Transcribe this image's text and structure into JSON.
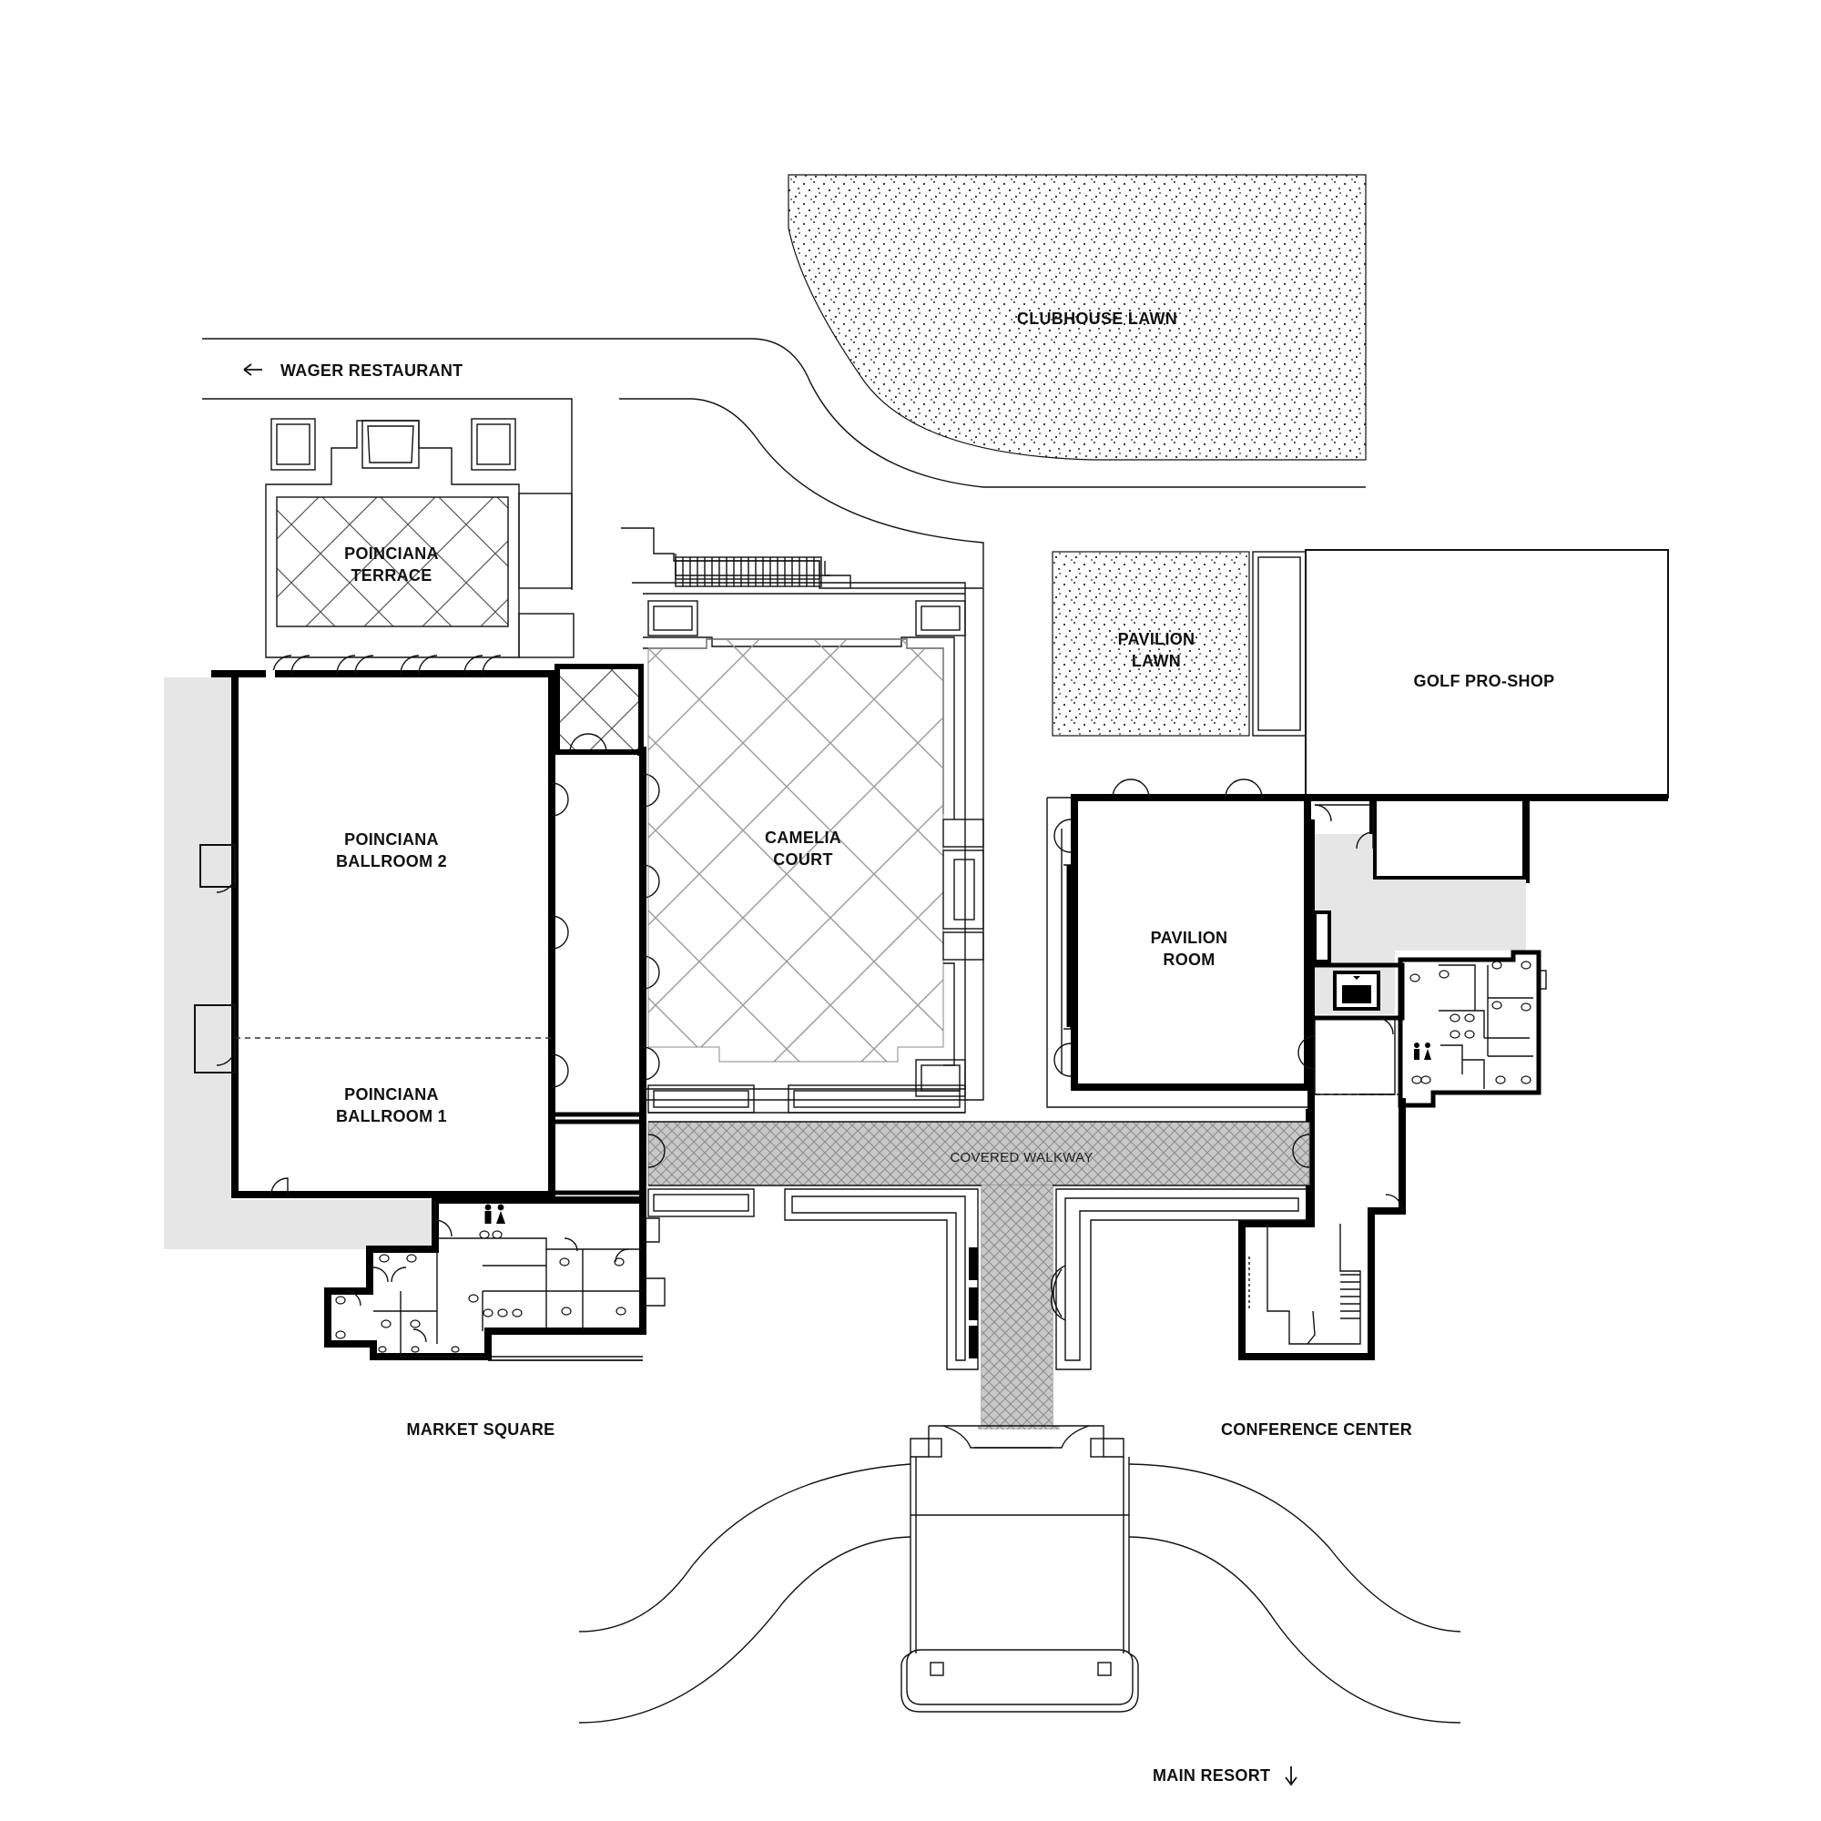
{
  "labels": {
    "wager_restaurant": "WAGER RESTAURANT",
    "clubhouse_lawn": "CLUBHOUSE LAWN",
    "poinciana_terrace_1": "POINCIANA",
    "poinciana_terrace_2": "TERRACE",
    "pavilion_lawn_1": "PAVILION",
    "pavilion_lawn_2": "LAWN",
    "golf_pro_shop": "GOLF PRO-SHOP",
    "poinciana_ballroom_2_1": "POINCIANA",
    "poinciana_ballroom_2_2": "BALLROOM 2",
    "camelia_court_1": "CAMELIA",
    "camelia_court_2": "COURT",
    "pavilion_room_1": "PAVILION",
    "pavilion_room_2": "ROOM",
    "poinciana_ballroom_1_1": "POINCIANA",
    "poinciana_ballroom_1_2": "BALLROOM 1",
    "covered_walkway": "COVERED WALKWAY",
    "market_square": "MARKET SQUARE",
    "conference_center": "CONFERENCE CENTER",
    "main_resort": "MAIN RESORT"
  },
  "colors": {
    "wall": "#000000",
    "shaded_area": "#e6e6e6",
    "walkway_hatch": "#9a9a9a",
    "lawn_stipple": "#222222"
  },
  "icons": {
    "left_arrow": "arrow-left-icon",
    "down_arrow": "arrow-down-icon",
    "restroom": "restroom-icon",
    "elevator": "elevator-icon"
  }
}
